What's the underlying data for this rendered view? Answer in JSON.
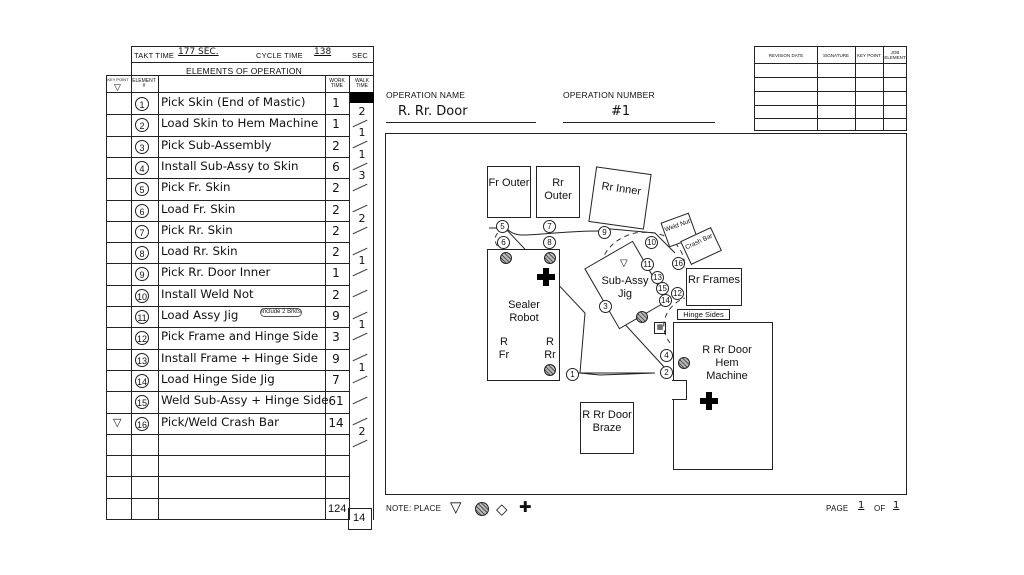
{
  "header": {
    "takt_label": "TAKT TIME",
    "takt_value": "177 SEC.",
    "cycle_label": "CYCLE TIME",
    "cycle_value": "138",
    "sec_label": "SEC",
    "elements_title": "ELEMENTS OF OPERATION",
    "col_element": "ELEMENT #",
    "col_work_time": "WORK TIME",
    "col_walk_time": "WALK TIME",
    "col_key_point": "KEY POINT"
  },
  "elements": [
    {
      "num": "1",
      "text": "Pick Skin (End of Mastic)",
      "work": "1",
      "key": ""
    },
    {
      "num": "2",
      "text": "Load Skin to Hem Machine",
      "work": "1",
      "key": ""
    },
    {
      "num": "3",
      "text": "Pick Sub-Assembly",
      "work": "2",
      "key": ""
    },
    {
      "num": "4",
      "text": "Install Sub-Assy to Skin",
      "work": "6",
      "key": ""
    },
    {
      "num": "5",
      "text": "Pick Fr. Skin",
      "work": "2",
      "key": ""
    },
    {
      "num": "6",
      "text": "Load Fr. Skin",
      "work": "2",
      "key": ""
    },
    {
      "num": "7",
      "text": "Pick Rr. Skin",
      "work": "2",
      "key": ""
    },
    {
      "num": "8",
      "text": "Load Rr. Skin",
      "work": "2",
      "key": ""
    },
    {
      "num": "9",
      "text": "Pick Rr. Door Inner",
      "work": "1",
      "key": ""
    },
    {
      "num": "10",
      "text": "Install Weld Not",
      "work": "2",
      "key": ""
    },
    {
      "num": "11",
      "text": "Load Assy Jig",
      "note": "Include 2 Brkts",
      "work": "9",
      "key": ""
    },
    {
      "num": "12",
      "text": "Pick Frame and Hinge Side",
      "work": "3",
      "key": ""
    },
    {
      "num": "13",
      "text": "Install Frame + Hinge Side",
      "work": "9",
      "key": ""
    },
    {
      "num": "14",
      "text": "Load Hinge Side Jig",
      "work": "7",
      "key": ""
    },
    {
      "num": "15",
      "text": "Weld Sub-Assy + Hinge Side",
      "work": "61",
      "key": ""
    },
    {
      "num": "16",
      "text": "Pick/Weld Crash Bar",
      "work": "14",
      "key": "▽"
    }
  ],
  "walk_times": [
    "2",
    "1",
    "1",
    "3",
    "",
    "2",
    "",
    "1",
    "",
    "",
    "1",
    "",
    "1",
    "",
    "",
    "2"
  ],
  "totals": {
    "work": "124",
    "walk": "14"
  },
  "operation": {
    "name_label": "OPERATION NAME",
    "name_value": "R. Rr. Door",
    "number_label": "OPERATION NUMBER",
    "number_value": "#1"
  },
  "revision": {
    "headers": [
      "REVISION DATE",
      "SIGNATURE",
      "KEY POINT",
      "JOB ELEMENT"
    ]
  },
  "diagram": {
    "fr_outer": "Fr Outer",
    "rr_outer": "Rr Outer",
    "rr_inner": "Rr Inner",
    "weld_nut": "Weld Nut",
    "crash_bar": "Crash Bar",
    "rr_frames": "Rr Frames",
    "hinge_sides": "Hinge Sides",
    "sealer_robot": "Sealer Robot",
    "r_fr": "R Fr",
    "r_rr": "R Rr",
    "sub_assy_jig": "Sub-Assy Jig",
    "hem_machine": "R Rr Door Hem Machine",
    "door_braze": "R Rr Door Braze"
  },
  "footer": {
    "note_label": "NOTE: PLACE",
    "page_label": "PAGE",
    "page_num": "1",
    "of_label": "OF",
    "page_total": "1"
  }
}
